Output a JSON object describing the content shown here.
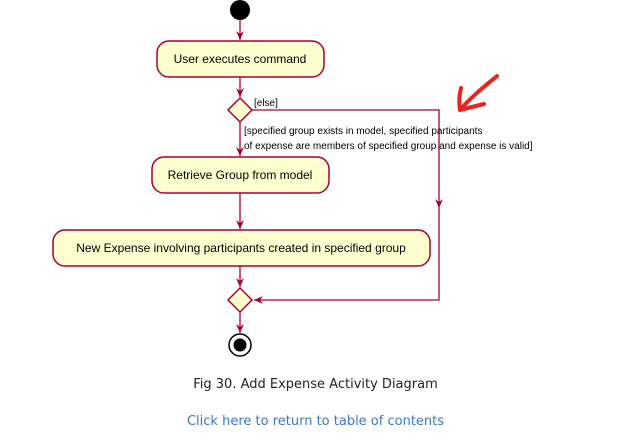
{
  "diagram": {
    "nodes": [
      {
        "id": "execute",
        "label": "User executes command"
      },
      {
        "id": "retrieve",
        "label": "Retrieve Group from model"
      },
      {
        "id": "create",
        "label": "New Expense involving participants created in specified group"
      }
    ],
    "guards": {
      "else": "[else]",
      "condition_line1": "[specified group exists in model, specified participants",
      "condition_line2": "of expense are members of specified group and expense is valid]"
    }
  },
  "caption": "Fig 30. Add Expense Activity Diagram",
  "return_link": "Click here to return to table of contents",
  "colors": {
    "node_fill": "#fefece",
    "node_border": "#a80036",
    "handwritten_mark": "#e8241c"
  }
}
